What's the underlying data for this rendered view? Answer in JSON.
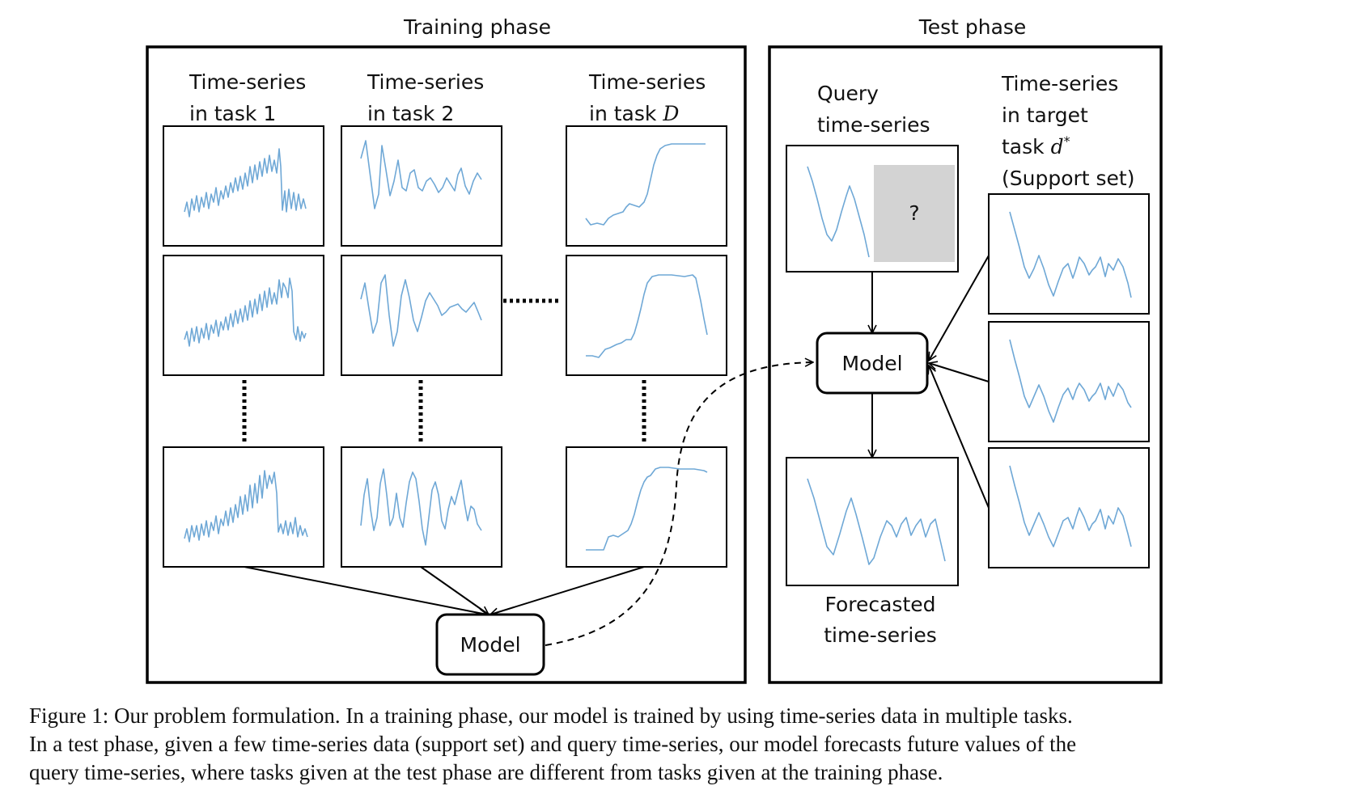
{
  "training": {
    "title": "Training phase",
    "col_labels": [
      {
        "line1": "Time-series",
        "line2_prefix": "in task ",
        "line2_var": "1"
      },
      {
        "line1": "Time-series",
        "line2_prefix": "in task ",
        "line2_var": "2"
      },
      {
        "line1": "Time-series",
        "line2_prefix": "in task ",
        "line2_var": "D"
      }
    ],
    "model_label": "Model"
  },
  "test": {
    "title": "Test phase",
    "query_label": [
      "Query",
      "time-series"
    ],
    "mask_label": "?",
    "support_label": {
      "line1": "Time-series",
      "line2": "in target",
      "line3_prefix": "task ",
      "line3_var": "d",
      "line3_sup": "*",
      "line4": "(Support set)"
    },
    "model_label": "Model",
    "forecast_label": [
      "Forecasted",
      "time-series"
    ]
  },
  "caption": [
    "Figure 1: Our problem formulation. In a training phase, our model is trained by using time-series data in multiple tasks.",
    "In a test phase, given a few time-series data (support set) and query time-series, our model forecasts future values of the",
    "query time-series, where tasks given at the test phase are different from tasks given at the training phase."
  ],
  "colors": {
    "series": "#6fa8d6",
    "mask": "#d3d3d3",
    "stroke": "#000000"
  }
}
